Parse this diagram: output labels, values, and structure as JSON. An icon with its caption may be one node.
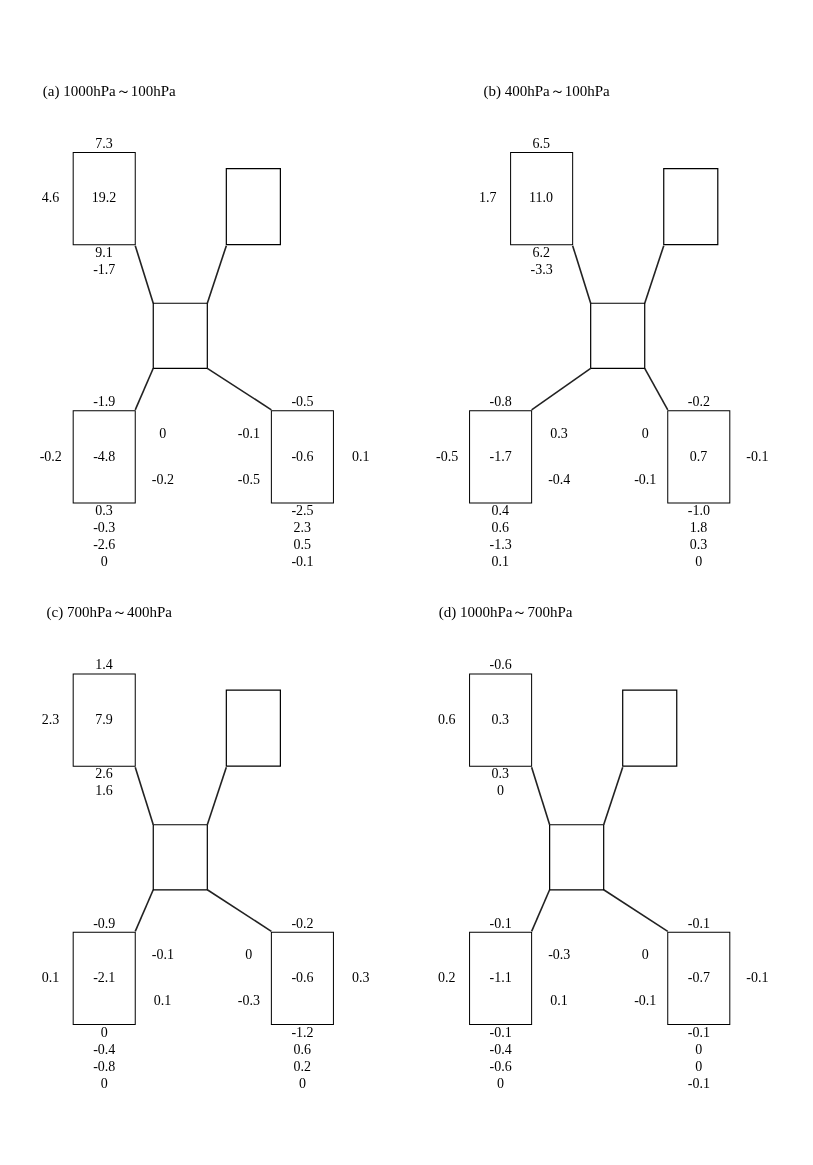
{
  "diagram": {
    "nodes": [
      {
        "text": [
          "19.2"
        ],
        "beside": [
          "7.3",
          "4.6",
          "9.1",
          "-1.7"
        ]
      },
      {
        "text": [],
        "shape": "box"
      },
      {
        "text": [],
        "shape": "box"
      },
      {
        "text": [
          "-4.8"
        ],
        "beside": [
          "-1.9",
          "-0.2",
          "0",
          "-0.2",
          "0.3",
          "-0.3",
          "-2.6",
          "0"
        ]
      },
      {
        "text": [
          "-0.6"
        ],
        "beside": [
          "-0.5",
          "-0.1",
          "-0.5",
          "0.1",
          "-2.5",
          "2.3",
          "0.5",
          "-0.1"
        ]
      },
      {
        "text": [
          "11.0"
        ],
        "beside": [
          "6.5",
          "1.7",
          "6.2",
          "-3.3"
        ]
      },
      {
        "text": [],
        "shape": "box"
      },
      {
        "text": [],
        "shape": "box"
      },
      {
        "text": [
          "-1.7"
        ],
        "beside": [
          "-0.8",
          "-0.5",
          "0.3",
          "-0.4",
          "0.4",
          "0.6",
          "-1.3",
          "0.1"
        ]
      },
      {
        "text": [
          "0.7"
        ],
        "beside": [
          "-0.2",
          "0",
          "-0.1",
          "-0.1",
          "-1.0",
          "1.8",
          "0.3",
          "0"
        ]
      },
      {
        "text": [
          "7.9"
        ],
        "beside": [
          "1.4",
          "2.3",
          "2.6",
          "1.6"
        ]
      },
      {
        "text": [],
        "shape": "box"
      },
      {
        "text": [],
        "shape": "box"
      },
      {
        "text": [
          "-2.1"
        ],
        "beside": [
          "-0.9",
          "0.1",
          "-0.1",
          "0.1",
          "0",
          "-0.4",
          "-0.8",
          "0"
        ]
      },
      {
        "text": [
          "-0.6"
        ],
        "beside": [
          "-0.2",
          "0",
          "-0.3",
          "0.3",
          "-1.2",
          "0.6",
          "0.2",
          "0"
        ]
      },
      {
        "text": [
          "0.3"
        ],
        "beside": [
          "-0.6",
          "0.6",
          "0.3",
          "0"
        ]
      },
      {
        "text": [],
        "shape": "box"
      },
      {
        "text": [],
        "shape": "box"
      },
      {
        "text": [
          "-1.1"
        ],
        "beside": [
          "-0.1",
          "0.2",
          "-0.3",
          "0.1",
          "-0.1",
          "-0.4",
          "-0.6",
          "0"
        ]
      },
      {
        "text": [
          "-0.7"
        ],
        "beside": [
          "-0.1",
          "0",
          "-0.1",
          "-0.1",
          "-0.1",
          "0",
          "0",
          "-0.1"
        ]
      }
    ],
    "edges": [
      {
        "from": 0,
        "to": 2,
        "arrow": "none"
      },
      {
        "from": 1,
        "to": 2,
        "arrow": "none"
      },
      {
        "from": 2,
        "to": 3,
        "arrow": "none"
      },
      {
        "from": 2,
        "to": 4,
        "arrow": "none"
      },
      {
        "from": 5,
        "to": 7,
        "arrow": "none"
      },
      {
        "from": 6,
        "to": 7,
        "arrow": "none"
      },
      {
        "from": 7,
        "to": 8,
        "arrow": "none"
      },
      {
        "from": 7,
        "to": 9,
        "arrow": "none"
      },
      {
        "from": 10,
        "to": 12,
        "arrow": "none"
      },
      {
        "from": 11,
        "to": 12,
        "arrow": "none"
      },
      {
        "from": 12,
        "to": 13,
        "arrow": "none"
      },
      {
        "from": 12,
        "to": 14,
        "arrow": "none"
      },
      {
        "from": 15,
        "to": 17,
        "arrow": "none"
      },
      {
        "from": 16,
        "to": 17,
        "arrow": "none"
      },
      {
        "from": 17,
        "to": 18,
        "arrow": "none"
      },
      {
        "from": 17,
        "to": 19,
        "arrow": "none"
      }
    ],
    "labels": [
      "(a) 1000hPa～100hPa",
      "(b) 400hPa～100hPa",
      "(c) 700hPa～400hPa",
      "(d) 1000hPa～700hPa"
    ]
  }
}
